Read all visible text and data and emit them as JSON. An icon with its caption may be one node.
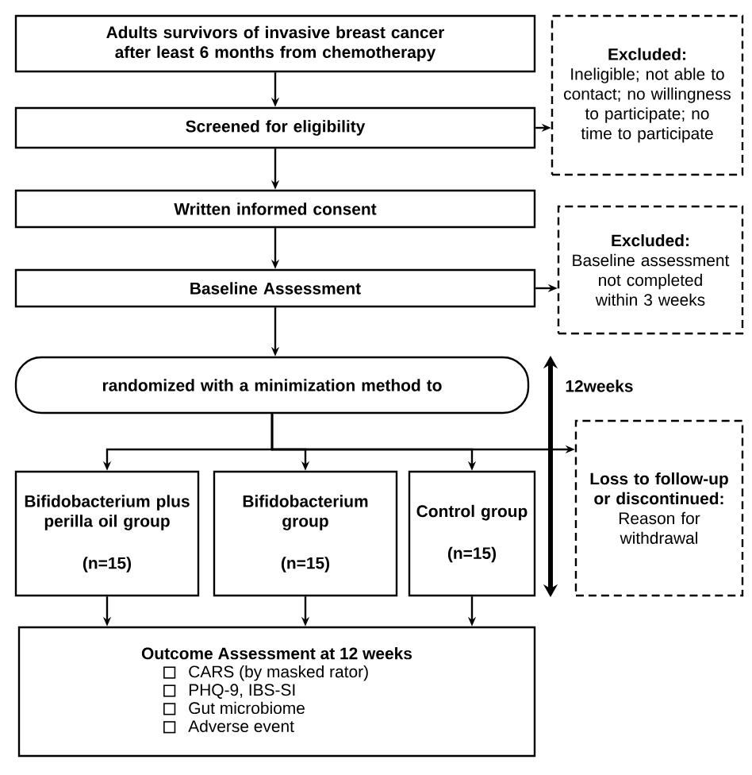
{
  "diagram": {
    "nodes": [
      {
        "text": [
          "Adults survivors of invasive breast cancer after least 6 months from chemotherapy"
        ]
      },
      {
        "text": [
          "Excluded:",
          "Ineligible; not able to contact; no willingness to participate; no time to participate"
        ]
      },
      {
        "text": [
          "Screened for eligibility"
        ]
      },
      {
        "text": [
          "Written informed consent"
        ]
      },
      {
        "text": [
          "Excluded:",
          "Baseline assessment not completed within 3 weeks"
        ]
      },
      {
        "text": [
          "Baseline Assessment"
        ]
      },
      {
        "text": [
          "randomized with a minimization method to"
        ]
      },
      {
        "text": [
          "Bifidobacterium plus perilla oil group",
          "(n=15)"
        ]
      },
      {
        "text": [
          "Bifidobacterium group",
          "(n=15)"
        ]
      },
      {
        "text": [
          "Control group",
          "(n=15)"
        ]
      },
      {
        "text": [
          "Loss to follow-up or discontinued:",
          "Reason for withdrawal"
        ]
      },
      {
        "text": [
          "Outcome Assessment at 12 weeks",
          "CARS (by masked rator)",
          "PHQ-9, IBS-SI",
          "Gut microbiome",
          "Adverse event"
        ]
      }
    ],
    "edges": [
      {
        "from": 0,
        "to": 2,
        "arrow": "to"
      },
      {
        "from": 2,
        "to": 1,
        "arrow": "to"
      },
      {
        "from": 2,
        "to": 3,
        "arrow": "to"
      },
      {
        "from": 3,
        "to": 5,
        "arrow": "to"
      },
      {
        "from": 5,
        "to": 4,
        "arrow": "to"
      },
      {
        "from": 5,
        "to": 6,
        "arrow": "to"
      },
      {
        "from": 6,
        "to": 7,
        "arrow": "to"
      },
      {
        "from": 6,
        "to": 8,
        "arrow": "to"
      },
      {
        "from": 6,
        "to": 9,
        "arrow": "to"
      },
      {
        "from": 6,
        "to": 10,
        "arrow": "to"
      },
      {
        "from": 7,
        "to": 11,
        "arrow": "to"
      },
      {
        "from": 8,
        "to": 11,
        "arrow": "to"
      },
      {
        "from": 9,
        "to": 11,
        "arrow": "to"
      }
    ],
    "labels": [
      "12weeks"
    ]
  }
}
